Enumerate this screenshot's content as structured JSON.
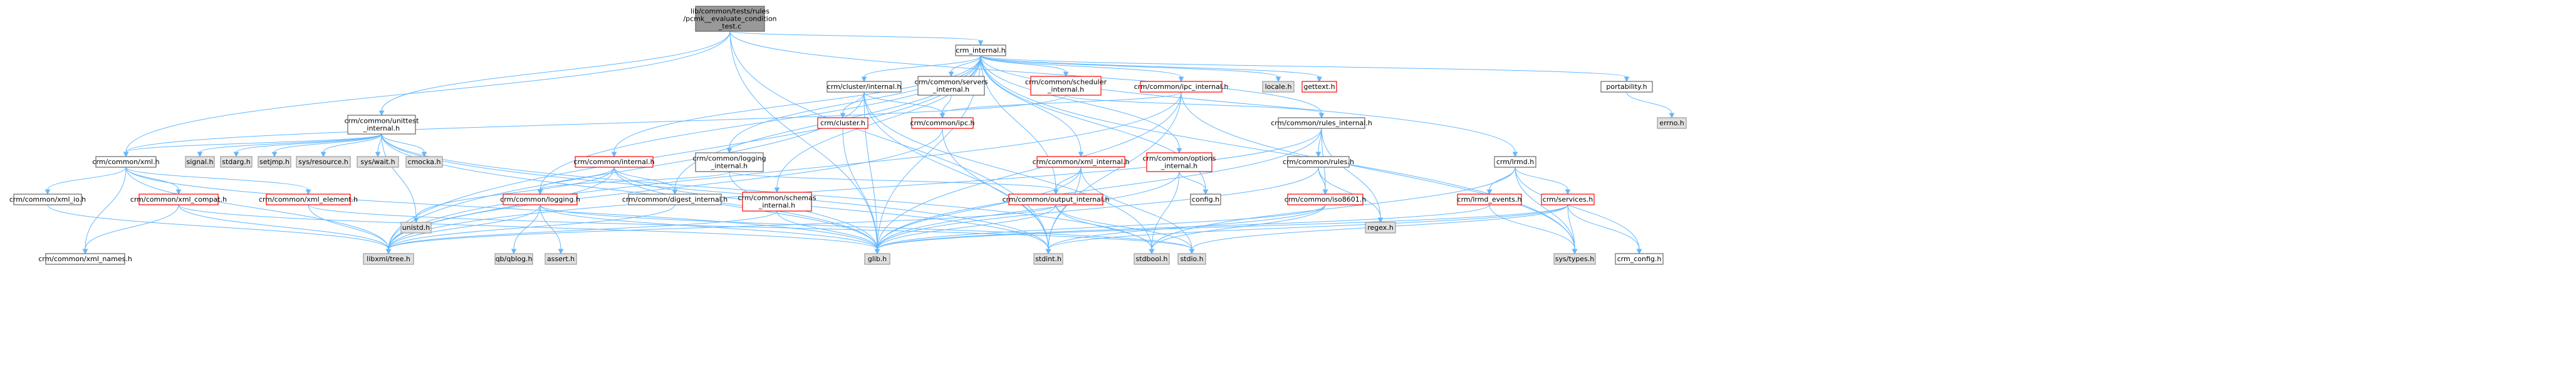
{
  "colors": {
    "edge": "#63b8ff",
    "edge_secondary": "#63b8ff",
    "root_fill": "#999999",
    "root_border": "#666666",
    "local_fill": "#ffffff",
    "local_border": "#ff0000",
    "local_text": "#000000",
    "plain_border": "#666666",
    "system_fill": "#e0e0e0",
    "system_border": "#999999",
    "red_text": "#ff0000"
  },
  "nodes": [
    {
      "id": "root",
      "kind": "root",
      "lines": [
        "lib/common/tests/rules",
        "/pcmk__evaluate_condition",
        "_test.c"
      ]
    },
    {
      "id": "crm_internal",
      "kind": "plain",
      "lines": [
        "crm_internal.h"
      ]
    },
    {
      "id": "cluster_internal",
      "kind": "plain",
      "lines": [
        "crm/cluster/internal.h"
      ]
    },
    {
      "id": "servers_internal",
      "kind": "plain",
      "lines": [
        "crm/common/servers",
        "_internal.h"
      ]
    },
    {
      "id": "scheduler_internal",
      "kind": "red",
      "lines": [
        "crm/common/scheduler",
        "_internal.h"
      ]
    },
    {
      "id": "ipc_internal",
      "kind": "red",
      "lines": [
        "crm/common/ipc_internal.h"
      ]
    },
    {
      "id": "locale",
      "kind": "system",
      "lines": [
        "locale.h"
      ]
    },
    {
      "id": "gettext",
      "kind": "red",
      "lines": [
        "gettext.h"
      ]
    },
    {
      "id": "portability",
      "kind": "plain",
      "lines": [
        "portability.h"
      ]
    },
    {
      "id": "errno",
      "kind": "system",
      "lines": [
        "errno.h"
      ]
    },
    {
      "id": "unittest_internal",
      "kind": "plain",
      "lines": [
        "crm/common/unittest",
        "_internal.h"
      ]
    },
    {
      "id": "crm_cluster",
      "kind": "red",
      "lines": [
        "crm/cluster.h"
      ]
    },
    {
      "id": "common_ipc",
      "kind": "red",
      "lines": [
        "crm/common/ipc.h"
      ]
    },
    {
      "id": "rules_internal",
      "kind": "plain",
      "lines": [
        "crm/common/rules_internal.h"
      ]
    },
    {
      "id": "common_xml",
      "kind": "plain",
      "lines": [
        "crm/common/xml.h"
      ]
    },
    {
      "id": "signal",
      "kind": "system",
      "lines": [
        "signal.h"
      ]
    },
    {
      "id": "stdarg",
      "kind": "system",
      "lines": [
        "stdarg.h"
      ]
    },
    {
      "id": "setjmp",
      "kind": "system",
      "lines": [
        "setjmp.h"
      ]
    },
    {
      "id": "sys_resource",
      "kind": "system",
      "lines": [
        "sys/resource.h"
      ]
    },
    {
      "id": "sys_wait",
      "kind": "system",
      "lines": [
        "sys/wait.h"
      ]
    },
    {
      "id": "cmocka",
      "kind": "system",
      "lines": [
        "cmocka.h"
      ]
    },
    {
      "id": "common_internal",
      "kind": "red",
      "lines": [
        "crm/common/internal.h"
      ]
    },
    {
      "id": "logging_internal",
      "kind": "plain",
      "lines": [
        "crm/common/logging",
        "_internal.h"
      ]
    },
    {
      "id": "xml_internal",
      "kind": "red",
      "lines": [
        "crm/common/xml_internal.h"
      ]
    },
    {
      "id": "options_internal",
      "kind": "red",
      "lines": [
        "crm/common/options",
        "_internal.h"
      ]
    },
    {
      "id": "common_rules",
      "kind": "plain",
      "lines": [
        "crm/common/rules.h"
      ]
    },
    {
      "id": "lrmd",
      "kind": "plain",
      "lines": [
        "crm/lrmd.h"
      ]
    },
    {
      "id": "xml_io",
      "kind": "plain",
      "lines": [
        "crm/common/xml_io.h"
      ]
    },
    {
      "id": "xml_compat",
      "kind": "red",
      "lines": [
        "crm/common/xml_compat.h"
      ]
    },
    {
      "id": "xml_element",
      "kind": "red",
      "lines": [
        "crm/common/xml_element.h"
      ]
    },
    {
      "id": "unistd",
      "kind": "system",
      "lines": [
        "unistd.h"
      ]
    },
    {
      "id": "common_logging",
      "kind": "red",
      "lines": [
        "crm/common/logging.h"
      ]
    },
    {
      "id": "digest_internal",
      "kind": "plain",
      "lines": [
        "crm/common/digest_internal.h"
      ]
    },
    {
      "id": "schemas_internal",
      "kind": "red",
      "lines": [
        "crm/common/schemas",
        "_internal.h"
      ]
    },
    {
      "id": "output_internal",
      "kind": "red",
      "lines": [
        "crm/common/output_internal.h"
      ]
    },
    {
      "id": "config",
      "kind": "plain",
      "lines": [
        "config.h"
      ]
    },
    {
      "id": "iso8601",
      "kind": "red",
      "lines": [
        "crm/common/iso8601.h"
      ]
    },
    {
      "id": "regex",
      "kind": "system",
      "lines": [
        "regex.h"
      ]
    },
    {
      "id": "lrmd_events",
      "kind": "red",
      "lines": [
        "crm/lrmd_events.h"
      ]
    },
    {
      "id": "services",
      "kind": "red",
      "lines": [
        "crm/services.h"
      ]
    },
    {
      "id": "xml_names",
      "kind": "plain",
      "lines": [
        "crm/common/xml_names.h"
      ]
    },
    {
      "id": "libxml_tree",
      "kind": "system",
      "lines": [
        "libxml/tree.h"
      ]
    },
    {
      "id": "qb_qblog",
      "kind": "system",
      "lines": [
        "qb/qblog.h"
      ]
    },
    {
      "id": "assert",
      "kind": "system",
      "lines": [
        "assert.h"
      ]
    },
    {
      "id": "glib",
      "kind": "system",
      "lines": [
        "glib.h"
      ]
    },
    {
      "id": "stdint",
      "kind": "system",
      "lines": [
        "stdint.h"
      ]
    },
    {
      "id": "stdbool",
      "kind": "system",
      "lines": [
        "stdbool.h"
      ]
    },
    {
      "id": "stdio",
      "kind": "system",
      "lines": [
        "stdio.h"
      ]
    },
    {
      "id": "sys_types",
      "kind": "system",
      "lines": [
        "sys/types.h"
      ]
    },
    {
      "id": "crm_config",
      "kind": "plain",
      "lines": [
        "crm_config.h"
      ]
    }
  ],
  "edges": [
    [
      "root",
      "crm_internal"
    ],
    [
      "root",
      "unittest_internal"
    ],
    [
      "root",
      "common_xml"
    ],
    [
      "root",
      "rules_internal"
    ],
    [
      "root",
      "glib"
    ],
    [
      "root",
      "stdint"
    ],
    [
      "crm_internal",
      "cluster_internal"
    ],
    [
      "crm_internal",
      "servers_internal"
    ],
    [
      "crm_internal",
      "scheduler_internal"
    ],
    [
      "crm_internal",
      "ipc_internal"
    ],
    [
      "crm_internal",
      "locale"
    ],
    [
      "crm_internal",
      "gettext"
    ],
    [
      "crm_internal",
      "portability"
    ],
    [
      "crm_internal",
      "common_internal"
    ],
    [
      "crm_internal",
      "logging_internal"
    ],
    [
      "crm_internal",
      "xml_internal"
    ],
    [
      "crm_internal",
      "options_internal"
    ],
    [
      "crm_internal",
      "lrmd"
    ],
    [
      "crm_internal",
      "common_logging"
    ],
    [
      "crm_internal",
      "digest_internal"
    ],
    [
      "crm_internal",
      "schemas_internal"
    ],
    [
      "crm_internal",
      "output_internal"
    ],
    [
      "crm_internal",
      "config"
    ],
    [
      "crm_internal",
      "glib"
    ],
    [
      "crm_internal",
      "libxml_tree"
    ],
    [
      "crm_internal",
      "sys_types"
    ],
    [
      "portability",
      "errno"
    ],
    [
      "cluster_internal",
      "crm_cluster"
    ],
    [
      "cluster_internal",
      "common_ipc"
    ],
    [
      "cluster_internal",
      "glib"
    ],
    [
      "cluster_internal",
      "stdint"
    ],
    [
      "cluster_internal",
      "stdbool"
    ],
    [
      "cluster_internal",
      "libxml_tree"
    ],
    [
      "servers_internal",
      "common_ipc"
    ],
    [
      "scheduler_internal",
      "rules_internal"
    ],
    [
      "scheduler_internal",
      "common_xml"
    ],
    [
      "ipc_internal",
      "common_ipc"
    ],
    [
      "ipc_internal",
      "glib"
    ],
    [
      "ipc_internal",
      "stdint"
    ],
    [
      "ipc_internal",
      "sys_types"
    ],
    [
      "ipc_internal",
      "libxml_tree"
    ],
    [
      "crm_cluster",
      "glib"
    ],
    [
      "common_ipc",
      "stdint"
    ],
    [
      "common_ipc",
      "libxml_tree"
    ],
    [
      "unittest_internal",
      "signal"
    ],
    [
      "unittest_internal",
      "stdarg"
    ],
    [
      "unittest_internal",
      "setjmp"
    ],
    [
      "unittest_internal",
      "sys_resource"
    ],
    [
      "unittest_internal",
      "sys_wait"
    ],
    [
      "unittest_internal",
      "cmocka"
    ],
    [
      "unittest_internal",
      "unistd"
    ],
    [
      "unittest_internal",
      "common_xml"
    ],
    [
      "unittest_internal",
      "glib"
    ],
    [
      "unittest_internal",
      "stdint"
    ],
    [
      "unittest_internal",
      "stdbool"
    ],
    [
      "rules_internal",
      "common_rules"
    ],
    [
      "rules_internal",
      "iso8601"
    ],
    [
      "rules_internal",
      "regex"
    ],
    [
      "rules_internal",
      "glib"
    ],
    [
      "rules_internal",
      "libxml_tree"
    ],
    [
      "common_xml",
      "xml_io"
    ],
    [
      "common_xml",
      "xml_compat"
    ],
    [
      "common_xml",
      "xml_element"
    ],
    [
      "common_xml",
      "xml_names"
    ],
    [
      "common_xml",
      "libxml_tree"
    ],
    [
      "common_xml",
      "glib"
    ],
    [
      "xml_io",
      "libxml_tree"
    ],
    [
      "xml_compat",
      "xml_names"
    ],
    [
      "xml_compat",
      "libxml_tree"
    ],
    [
      "xml_compat",
      "glib"
    ],
    [
      "xml_element",
      "libxml_tree"
    ],
    [
      "xml_element",
      "stdio"
    ],
    [
      "common_internal",
      "unistd"
    ],
    [
      "common_internal",
      "common_logging"
    ],
    [
      "common_internal",
      "digest_internal"
    ],
    [
      "common_internal",
      "glib"
    ],
    [
      "common_internal",
      "libxml_tree"
    ],
    [
      "common_internal",
      "stdint"
    ],
    [
      "logging_internal",
      "common_logging"
    ],
    [
      "logging_internal",
      "output_internal"
    ],
    [
      "logging_internal",
      "glib"
    ],
    [
      "xml_internal",
      "output_internal"
    ],
    [
      "xml_internal",
      "stdio"
    ],
    [
      "xml_internal",
      "stdint"
    ],
    [
      "xml_internal",
      "glib"
    ],
    [
      "options_internal",
      "config"
    ],
    [
      "options_internal",
      "glib"
    ],
    [
      "options_internal",
      "stdbool"
    ],
    [
      "common_rules",
      "iso8601"
    ],
    [
      "common_rules",
      "glib"
    ],
    [
      "common_rules",
      "regex"
    ],
    [
      "lrmd",
      "lrmd_events"
    ],
    [
      "lrmd",
      "services"
    ],
    [
      "lrmd",
      "stdbool"
    ],
    [
      "lrmd",
      "crm_config"
    ],
    [
      "lrmd",
      "sys_types"
    ],
    [
      "common_logging",
      "qb_qblog"
    ],
    [
      "common_logging",
      "assert"
    ],
    [
      "common_logging",
      "glib"
    ],
    [
      "common_logging",
      "libxml_tree"
    ],
    [
      "common_logging",
      "stdio"
    ],
    [
      "digest_internal",
      "libxml_tree"
    ],
    [
      "schemas_internal",
      "glib"
    ],
    [
      "schemas_internal",
      "libxml_tree"
    ],
    [
      "output_internal",
      "stdbool"
    ],
    [
      "output_internal",
      "stdio"
    ],
    [
      "output_internal",
      "glib"
    ],
    [
      "output_internal",
      "libxml_tree"
    ],
    [
      "iso8601",
      "glib"
    ],
    [
      "iso8601",
      "stdint"
    ],
    [
      "iso8601",
      "stdbool"
    ],
    [
      "lrmd_events",
      "glib"
    ],
    [
      "lrmd_events",
      "sys_types"
    ],
    [
      "services",
      "glib"
    ],
    [
      "services",
      "stdio"
    ],
    [
      "services",
      "stdint"
    ],
    [
      "services",
      "sys_types"
    ],
    [
      "services",
      "crm_config"
    ]
  ]
}
